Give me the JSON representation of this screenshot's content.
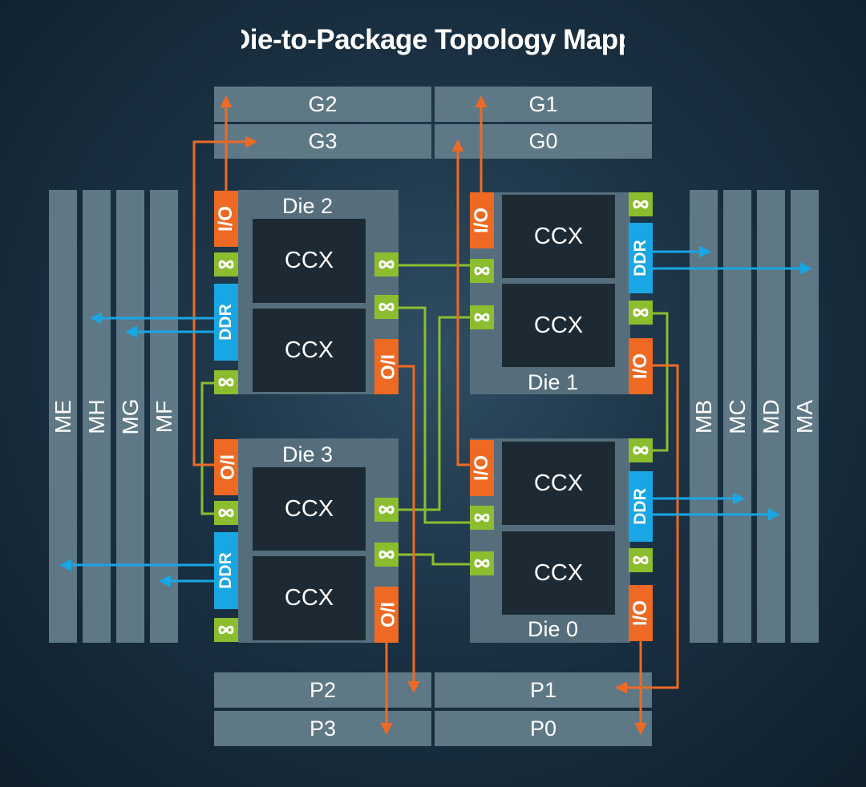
{
  "title": "Die-to-Package Topology Mapping",
  "package_top": {
    "g2": "G2",
    "g1": "G1",
    "g3": "G3",
    "g0": "G0"
  },
  "package_bottom": {
    "p2": "P2",
    "p1": "P1",
    "p3": "P3",
    "p0": "P0"
  },
  "memory_left": [
    "ME",
    "MH",
    "MG",
    "MF"
  ],
  "memory_right": [
    "MB",
    "MC",
    "MD",
    "MA"
  ],
  "dies": {
    "die2": {
      "label": "Die 2",
      "ccx_top": "CCX",
      "ccx_bottom": "CCX",
      "io": "I/O",
      "io2": "I/O",
      "ddr": "DDR"
    },
    "die1": {
      "label": "Die 1",
      "ccx_top": "CCX",
      "ccx_bottom": "CCX",
      "io": "I/O",
      "io2": "I/O",
      "ddr": "DDR"
    },
    "die3": {
      "label": "Die 3",
      "ccx_top": "CCX",
      "ccx_bottom": "CCX",
      "io": "I/O",
      "io2": "I/O",
      "ddr": "DDR"
    },
    "die0": {
      "label": "Die 0",
      "ccx_top": "CCX",
      "ccx_bottom": "CCX",
      "io": "I/O",
      "io2": "I/O",
      "ddr": "DDR"
    }
  },
  "colors": {
    "io": "#ee6a24",
    "ddr": "#19a6e4",
    "infinity_fabric": "#8cbd2f",
    "ccx": "#1e2a33",
    "die": "#566e7c",
    "bar": "#5f7886"
  },
  "icons": {
    "infinity_fabric": "infinity-icon"
  }
}
